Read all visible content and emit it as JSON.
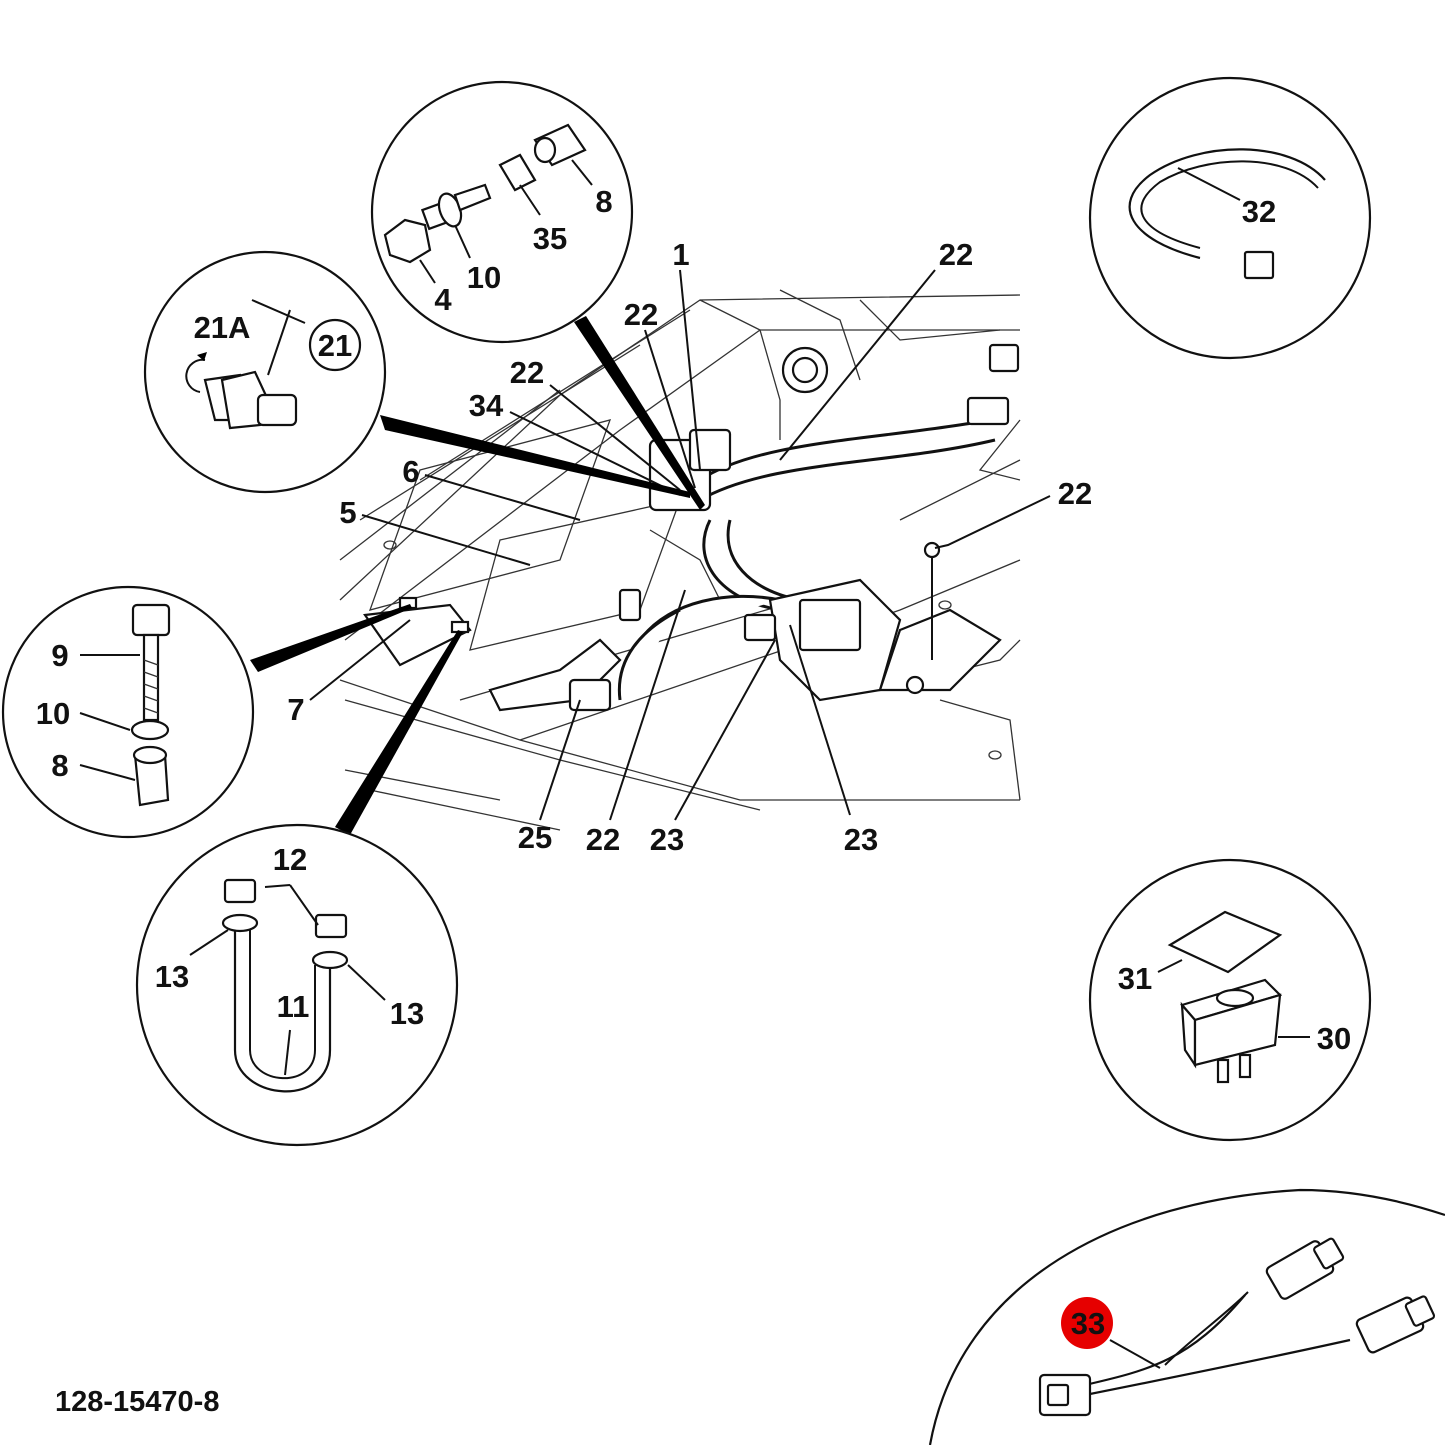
{
  "document_number": "128-15470-8",
  "highlight_color": "#e60000",
  "callouts": {
    "c1": "1",
    "c4": "4",
    "c5": "5",
    "c6": "6",
    "c7": "7",
    "c8a": "8",
    "c8b": "8",
    "c9": "9",
    "c10a": "10",
    "c10b": "10",
    "c11": "11",
    "c12": "12",
    "c13a": "13",
    "c13b": "13",
    "c21": "21",
    "c21a": "21A",
    "c22a": "22",
    "c22b": "22",
    "c22c": "22",
    "c22d": "22",
    "c22e": "22",
    "c23a": "23",
    "c23b": "23",
    "c25": "25",
    "c30": "30",
    "c31": "31",
    "c32": "32",
    "c33": "33",
    "c34": "34",
    "c35": "35"
  }
}
